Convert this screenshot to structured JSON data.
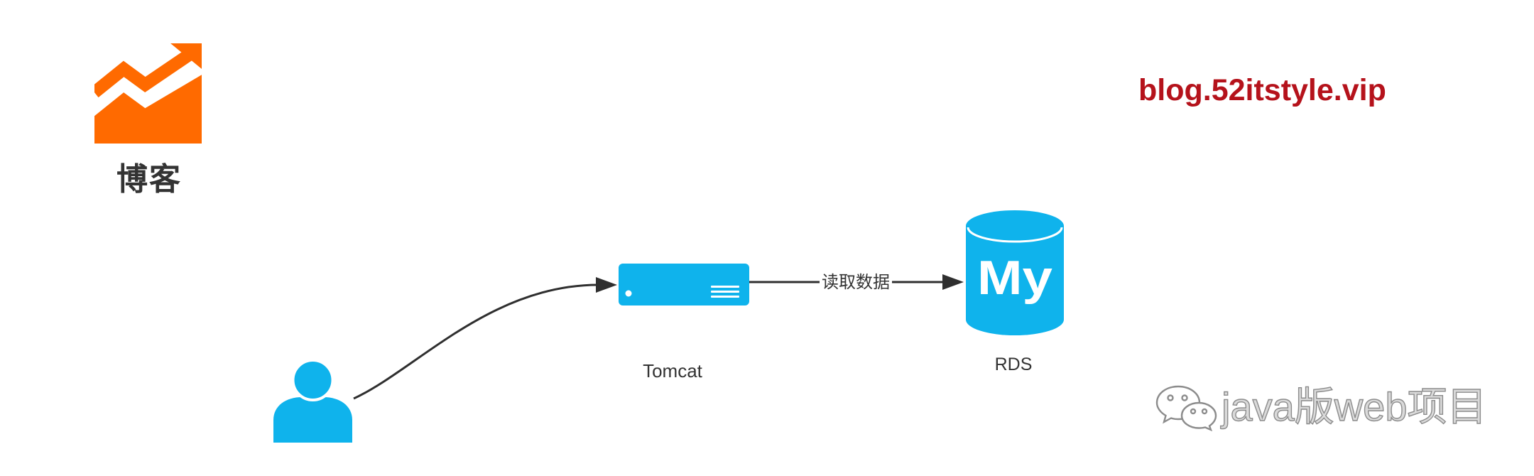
{
  "brand": {
    "logo_icon": "trending-chart-icon",
    "title": "博客",
    "site_url": "blog.52itstyle.vip"
  },
  "nodes": {
    "user": {
      "icon": "user-icon"
    },
    "tomcat": {
      "icon": "server-icon",
      "label": "Tomcat"
    },
    "rds": {
      "icon": "mysql-database-icon",
      "logo_text": "My",
      "label": "RDS"
    }
  },
  "connections": {
    "tomcat_to_rds": {
      "label": "读取数据"
    }
  },
  "watermark": {
    "icon": "wechat-icon",
    "text": "java版web项目"
  },
  "colors": {
    "brand_orange": "#ff6a00",
    "site_url_red": "#b5121b",
    "node_cyan": "#0fb3ec",
    "text_dark": "#333333",
    "arrow": "#2f2f2f",
    "watermark_gray": "#8c8c8c"
  }
}
